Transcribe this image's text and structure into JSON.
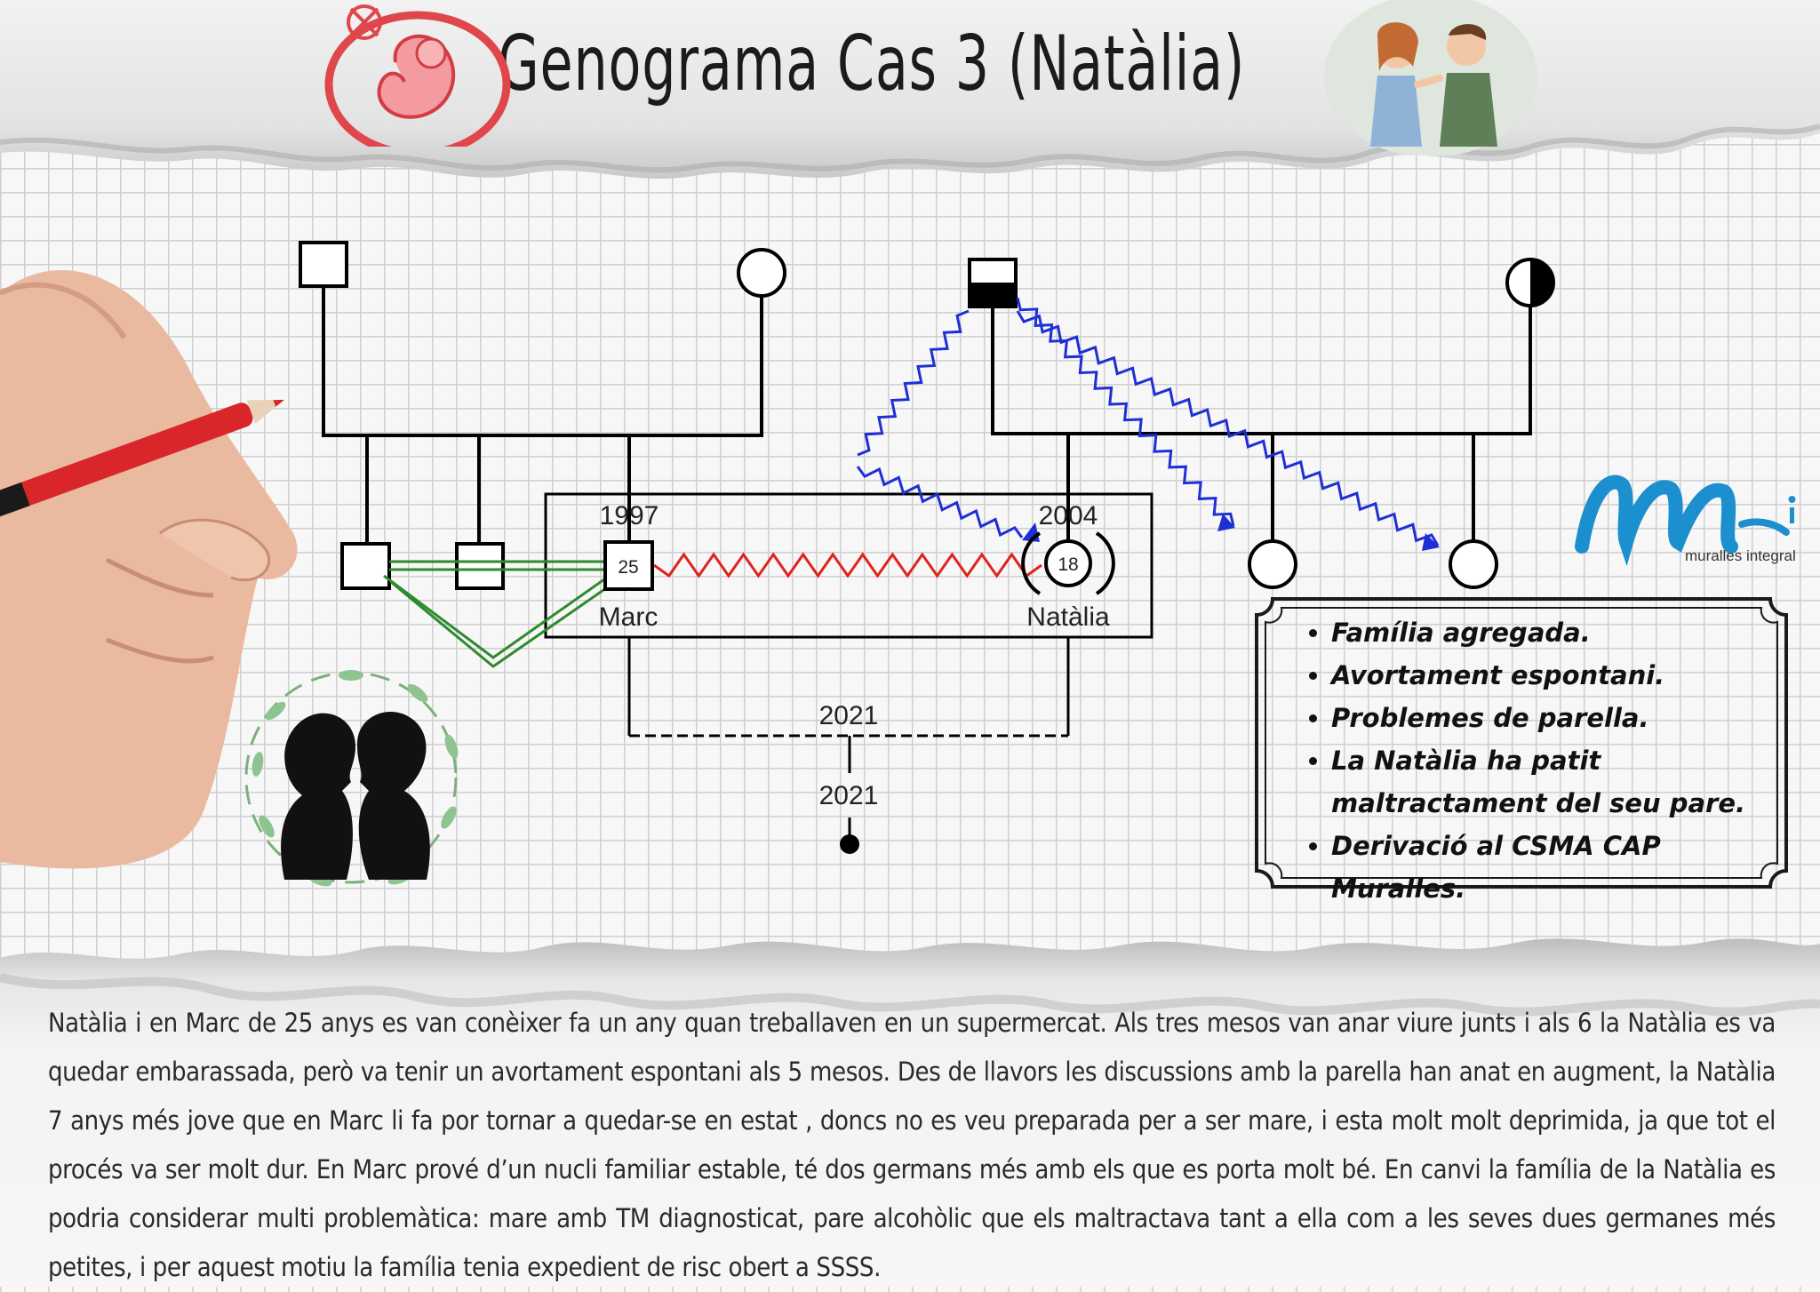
{
  "title": "Genograma Cas 3 (Natàlia)",
  "genogram": {
    "marc": {
      "name": "Marc",
      "age": "25",
      "birth_year": "1997"
    },
    "natalia": {
      "name": "Natàlia",
      "age": "18",
      "birth_year": "2004"
    },
    "union_year": "2021",
    "pregnancy_year": "2021"
  },
  "notes": [
    "Família agregada.",
    "Avortament espontani.",
    "Problemes de parella.",
    "La Natàlia ha patit maltractament del seu pare.",
    "Derivació al CSMA CAP Muralles."
  ],
  "logo": {
    "subtitle": "muralles integral"
  },
  "description": "Natàlia i en Marc de 25 anys es van conèixer fa un any quan treballaven en un supermercat. Als tres mesos van anar viure junts i als 6 la Natàlia es va quedar embarassada, però va tenir un avortament espontani als 5 mesos. Des de llavors les discussions amb la parella han anat en augment, la Natàlia 7 anys més jove que en Marc li fa por tornar a quedar-se en estat , doncs no es veu preparada per a ser mare, i esta molt molt deprimida, ja que tot el procés va ser molt dur. En Marc prové d’un nucli familiar estable, té dos germans més amb els que es porta molt bé. En canvi la família de la Natàlia es podria considerar multi problemàtica: mare amb TM diagnosticat, pare alcohòlic que els maltractava tant a ella com a les seves dues germanes més petites, i per aquest motiu la família tenia expedient de risc obert a SSSS.",
  "colors": {
    "abuse_line": "#1f2fd6",
    "conflict_line": "#e0231d",
    "close_line": "#2f8a2f",
    "logo_blue": "#1c8fcf"
  },
  "icons": [
    "pregnancy-icon",
    "arguing-couple-icon",
    "hand-drawing-icon",
    "couple-silhouette-icon"
  ]
}
